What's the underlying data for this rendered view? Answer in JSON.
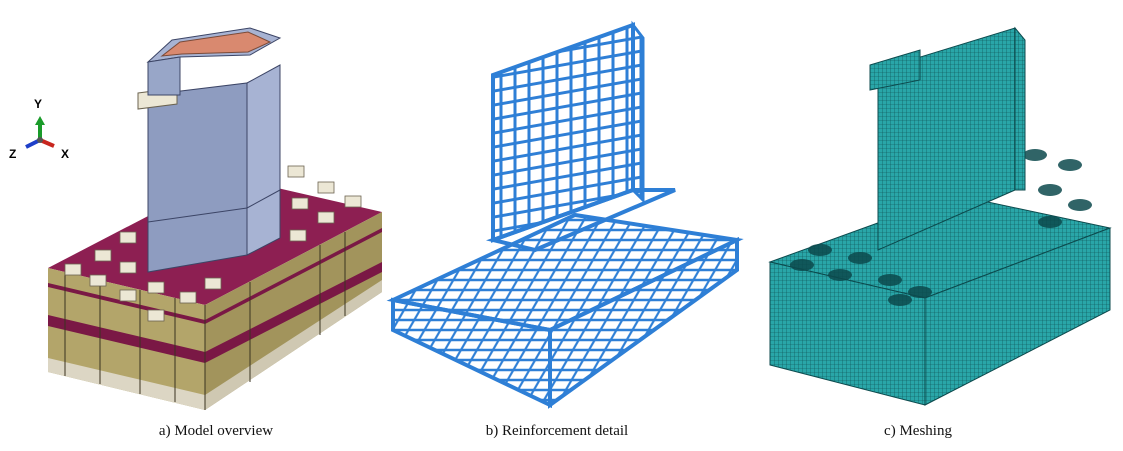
{
  "triad": {
    "y_label": "Y",
    "z_label": "Z",
    "x_label": "X"
  },
  "captions": {
    "a": "a) Model overview",
    "b": "b) Reinforcement detail",
    "c": "c) Meshing"
  },
  "colors": {
    "base_tan": "#b3a56a",
    "base_dark": "#8c7f4c",
    "magenta_band": "#7a1845",
    "magenta_top": "#8d1f52",
    "light_band": "#dcd6c4",
    "pier_face": "#8e9cc0",
    "pier_side": "#a7b3d3",
    "pier_cap": "#d9896f",
    "pile_cap": "#ece7d5",
    "rebar": "#2e7fd6",
    "mesh": "#29a6a8",
    "mesh_dark": "#0c4a4d"
  }
}
